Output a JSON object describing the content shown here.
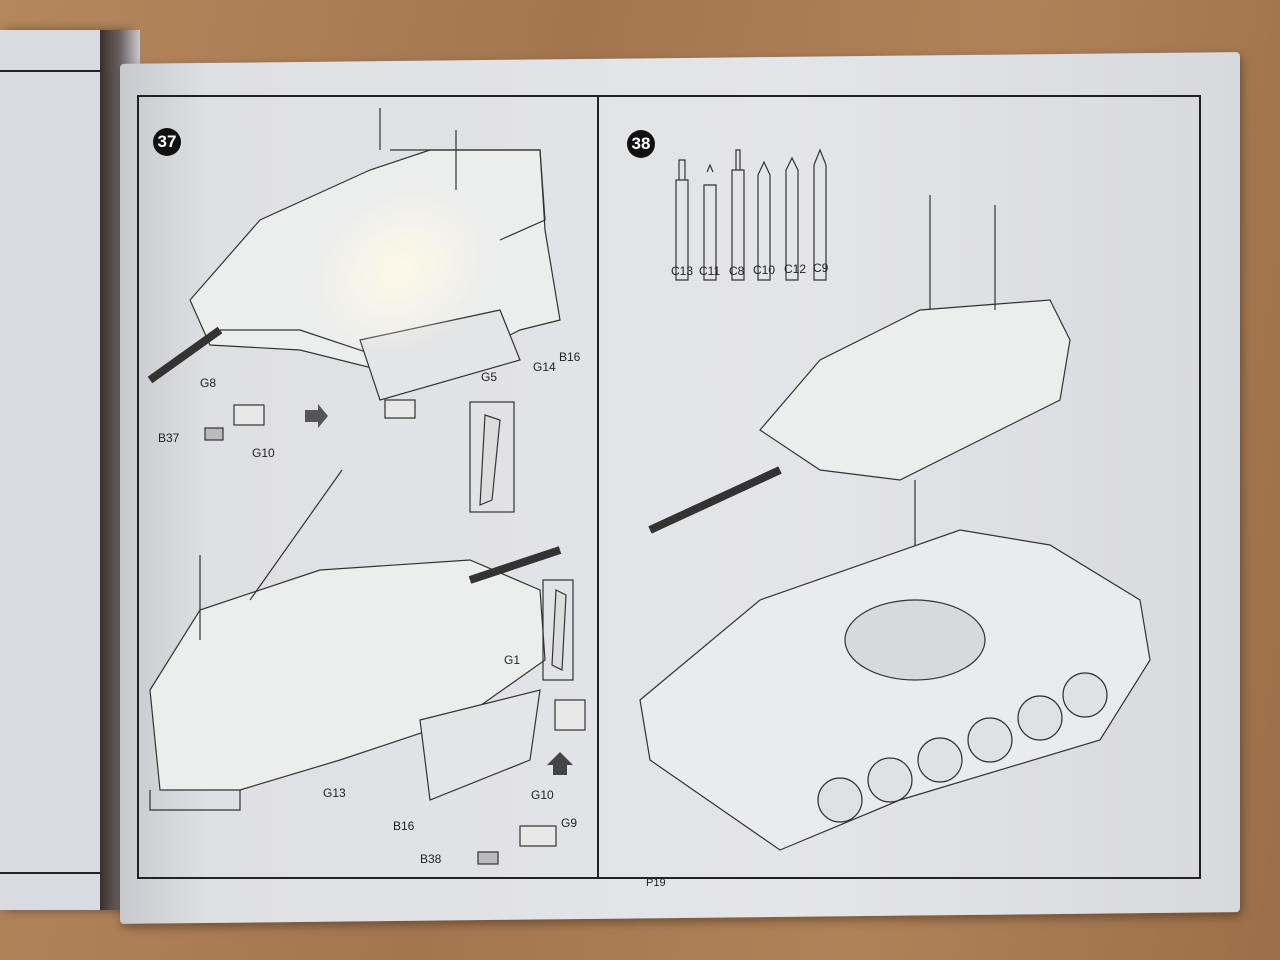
{
  "steps": [
    {
      "number": "37",
      "labels": [
        "G8",
        "B37",
        "G10",
        "G5",
        "G14",
        "B16",
        "G1",
        "G13",
        "B16",
        "G10",
        "G9",
        "B38"
      ]
    },
    {
      "number": "38",
      "ammo_labels": [
        "C13",
        "C11",
        "C8",
        "C10",
        "C12",
        "C9"
      ]
    }
  ],
  "page_number": "P19"
}
